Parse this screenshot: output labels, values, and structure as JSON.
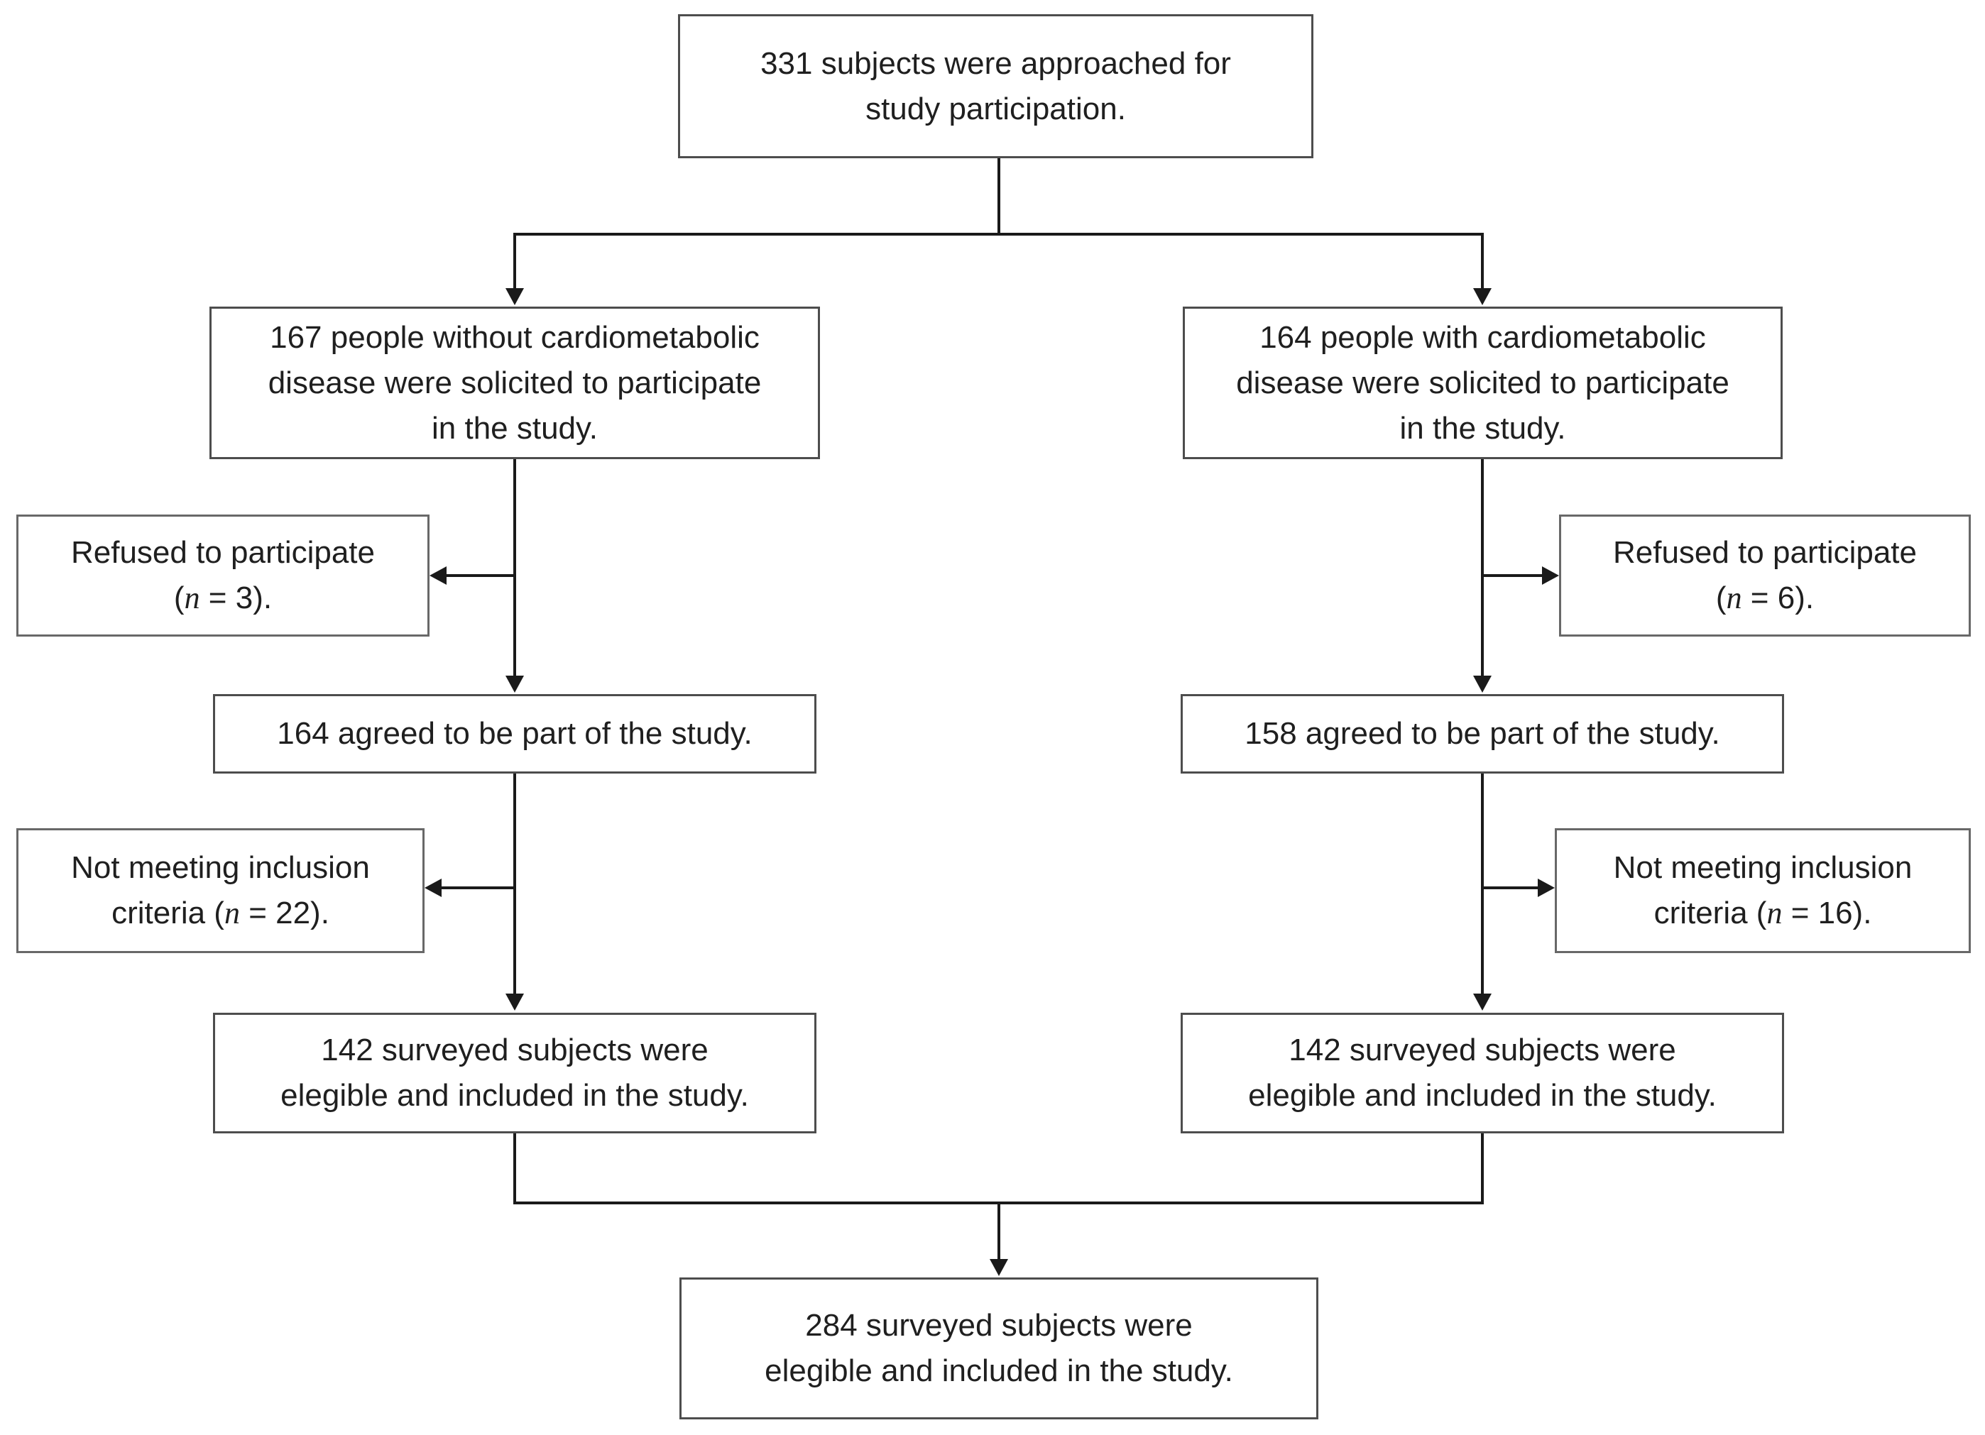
{
  "diagram": {
    "background_color": "#ffffff",
    "box_fill_color": "#ffffff",
    "box_border_color": "#4d4d4d",
    "side_box_border_color": "#686868",
    "connector_color": "#1a1a1a",
    "nodes": {
      "approached": {
        "line1": "331 subjects were approached for",
        "line2": "study participation."
      },
      "left_solicited": {
        "line1": "167 people without cardiometabolic",
        "line2": "disease were solicited to participate",
        "line3": "in the study."
      },
      "right_solicited": {
        "line1": "164 people with cardiometabolic",
        "line2": "disease were solicited to participate",
        "line3": "in the study."
      },
      "left_refused": {
        "line1": "Refused to participate",
        "line2_pre": "(",
        "line2_n": "n",
        "line2_post": " = 3)."
      },
      "right_refused": {
        "line1": "Refused to participate",
        "line2_pre": "(",
        "line2_n": "n",
        "line2_post": " = 6)."
      },
      "left_agreed": {
        "line1": "164 agreed to be part of the study."
      },
      "right_agreed": {
        "line1": "158 agreed to be part of the study."
      },
      "left_excluded": {
        "line1": "Not meeting inclusion",
        "line2_pre": "criteria (",
        "line2_n": "n",
        "line2_post": " = 22)."
      },
      "right_excluded": {
        "line1": "Not meeting inclusion",
        "line2_pre": "criteria (",
        "line2_n": "n",
        "line2_post": " = 16)."
      },
      "left_eligible": {
        "line1": "142 surveyed subjects were",
        "line2": "elegible and included in the study."
      },
      "right_eligible": {
        "line1": "142 surveyed subjects were",
        "line2": "elegible and included in the study."
      },
      "total_eligible": {
        "line1": "284 surveyed subjects were",
        "line2": "elegible and included in the study."
      }
    }
  }
}
